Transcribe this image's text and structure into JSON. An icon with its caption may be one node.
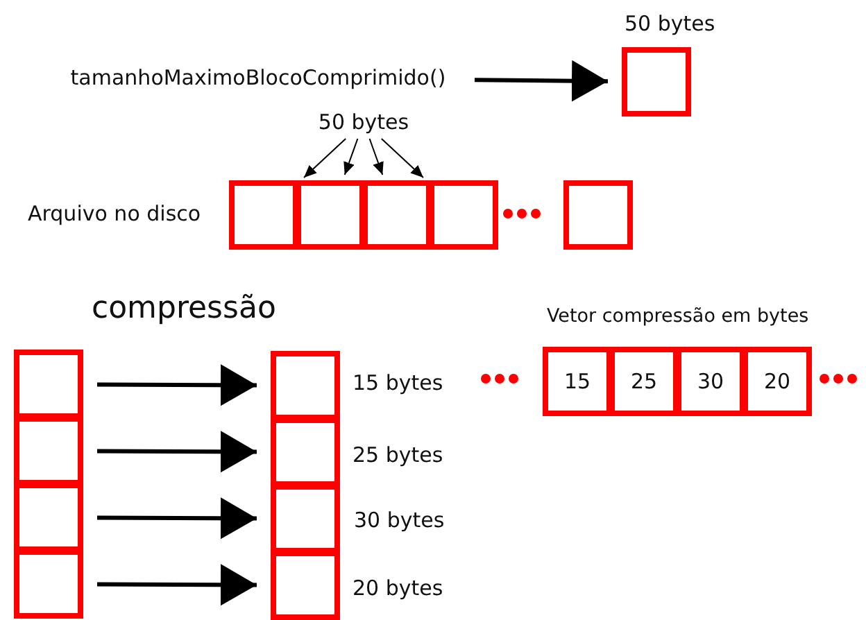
{
  "diagram": {
    "nodes": [
      {
        "text": [
          "tamanhoMaximoBlocoComprimido()"
        ]
      },
      {
        "text": [],
        "shape": "box",
        "beside": [
          "50 bytes"
        ]
      },
      {
        "text": [
          "50 bytes"
        ]
      },
      {
        "text": [],
        "shape": "box"
      },
      {
        "text": [],
        "shape": "box"
      },
      {
        "text": [],
        "shape": "box"
      },
      {
        "text": [],
        "shape": "box"
      },
      {
        "text": [],
        "shape": "box"
      },
      {
        "text": [],
        "shape": "box"
      },
      {
        "text": [],
        "shape": "box"
      },
      {
        "text": [],
        "shape": "box"
      },
      {
        "text": [],
        "shape": "box"
      },
      {
        "text": [],
        "shape": "box",
        "beside": [
          "15 bytes"
        ]
      },
      {
        "text": [],
        "shape": "box",
        "beside": [
          "25 bytes"
        ]
      },
      {
        "text": [],
        "shape": "box",
        "beside": [
          "30 bytes"
        ]
      },
      {
        "text": [],
        "shape": "box",
        "beside": [
          "20 bytes"
        ]
      },
      {
        "text": [
          "15"
        ]
      },
      {
        "text": [
          "25"
        ]
      },
      {
        "text": [
          "30"
        ]
      },
      {
        "text": [
          "20"
        ]
      }
    ],
    "edges": [
      {
        "from": 0,
        "to": 1,
        "arrow": "to"
      },
      {
        "from": 2,
        "to": 3,
        "arrow": "to"
      },
      {
        "from": 2,
        "to": 4,
        "arrow": "to"
      },
      {
        "from": 2,
        "to": 5,
        "arrow": "to"
      },
      {
        "from": 2,
        "to": 6,
        "arrow": "to"
      },
      {
        "from": 8,
        "to": 12,
        "arrow": "to"
      },
      {
        "from": 9,
        "to": 13,
        "arrow": "to"
      },
      {
        "from": 10,
        "to": 14,
        "arrow": "to"
      },
      {
        "from": 11,
        "to": 15,
        "arrow": "to"
      }
    ],
    "labels": [
      "Arquivo no disco",
      "compressão",
      "Vetor compressão em bytes"
    ]
  }
}
